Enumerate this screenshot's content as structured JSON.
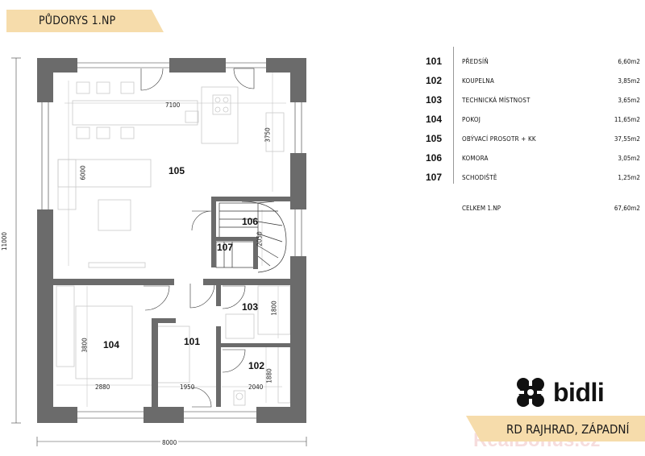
{
  "title": "PŮDORYS 1.NP",
  "rooms": [
    {
      "id": "105"
    },
    {
      "id": "106"
    },
    {
      "id": "107"
    },
    {
      "id": "103"
    },
    {
      "id": "104"
    },
    {
      "id": "101"
    },
    {
      "id": "102"
    }
  ],
  "dimensions": {
    "total_width": "8000",
    "total_height": "11000",
    "kitchen_width": "7100",
    "right_height": "3750",
    "living_height": "6000",
    "stair_height": "2050",
    "room104_height": "3800",
    "room104_width": "2880",
    "hall_width": "1950",
    "bath_width": "2040",
    "tech_height": "1800",
    "bath_height": "1880"
  },
  "legend": [
    {
      "num": "101",
      "name": "PŘEDSÍŇ",
      "area": "6,60m2"
    },
    {
      "num": "102",
      "name": "KOUPELNA",
      "area": "3,85m2"
    },
    {
      "num": "103",
      "name": "TECHNICKÁ MÍSTNOST",
      "area": "3,65m2"
    },
    {
      "num": "104",
      "name": "POKOJ",
      "area": "11,65m2"
    },
    {
      "num": "105",
      "name": "OBÝVACÍ PROSOTR + KK",
      "area": "37,55m2"
    },
    {
      "num": "106",
      "name": "KOMORA",
      "area": "3,05m2"
    },
    {
      "num": "107",
      "name": "SCHODIŠTĚ",
      "area": "1,25m2"
    }
  ],
  "total": {
    "label": "CELKEM 1.NP",
    "area": "67,60m2"
  },
  "brand": {
    "name": "bidli",
    "icon": "bidli-logo-icon"
  },
  "address": "RD RAJHRAD, ZÁPADNÍ",
  "watermark": "RealBonus.cz",
  "colors": {
    "wall": "#6b6b6b",
    "accent": "#f6dcab",
    "watermark": "#e8a0a0"
  }
}
